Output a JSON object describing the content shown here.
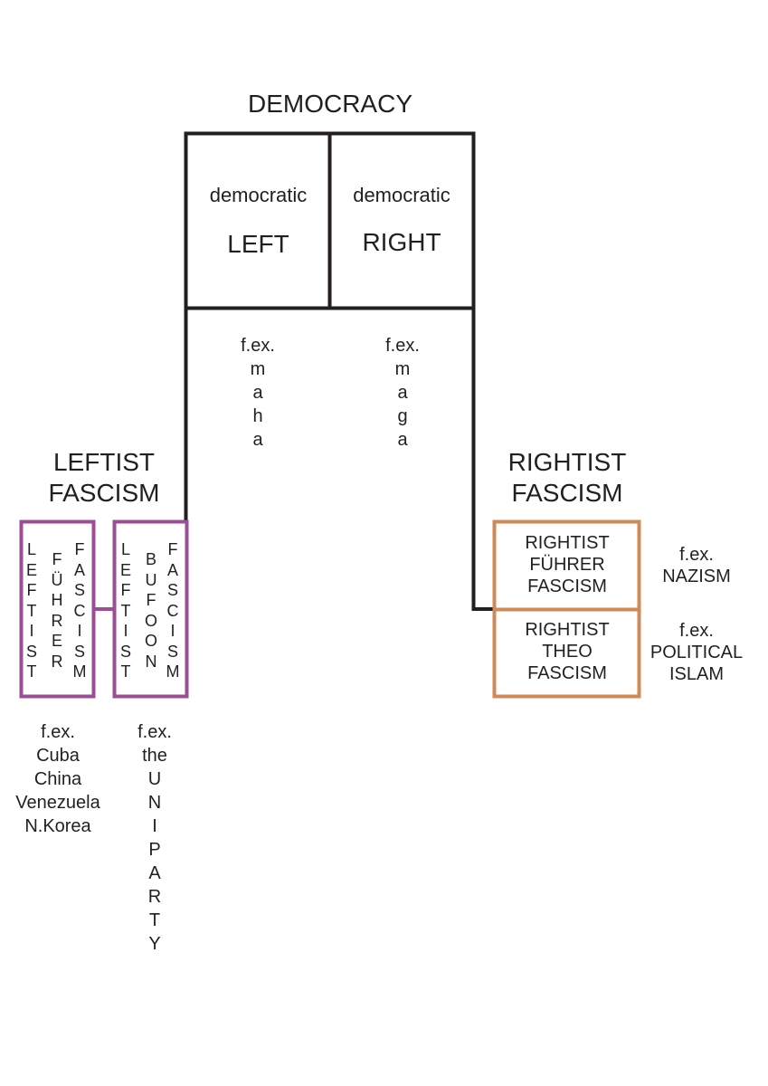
{
  "colors": {
    "line": "#231f20",
    "left_fascism": "#9b4d96",
    "right_fascism": "#d08a57"
  },
  "title": "DEMOCRACY",
  "democracy": {
    "left": {
      "small": "democratic",
      "big": "LEFT",
      "example_prefix": "f.ex.",
      "example_letters": [
        "m",
        "a",
        "h",
        "a"
      ]
    },
    "right": {
      "small": "democratic",
      "big": "RIGHT",
      "example_prefix": "f.ex.",
      "example_letters": [
        "m",
        "a",
        "g",
        "a"
      ]
    }
  },
  "leftist_fascism": {
    "heading": [
      "LEFTIST",
      "FASCISM"
    ],
    "boxes": [
      {
        "columns": [
          [
            "L",
            "E",
            "F",
            "T",
            "I",
            "S",
            "T"
          ],
          [
            "F",
            "Ü",
            "H",
            "R",
            "E",
            "R"
          ],
          [
            "F",
            "A",
            "S",
            "C",
            "I",
            "S",
            "M"
          ]
        ],
        "examples": [
          "f.ex.",
          "Cuba",
          "China",
          "Venezuela",
          "N.Korea"
        ]
      },
      {
        "columns": [
          [
            "L",
            "E",
            "F",
            "T",
            "I",
            "S",
            "T"
          ],
          [
            "B",
            "U",
            "F",
            "O",
            "O",
            "N"
          ],
          [
            "F",
            "A",
            "S",
            "C",
            "I",
            "S",
            "M"
          ]
        ],
        "examples": [
          "f.ex.",
          "the"
        ],
        "examples_vertical": [
          "U",
          "N",
          "I",
          "P",
          "A",
          "R",
          "T",
          "Y"
        ]
      }
    ]
  },
  "rightist_fascism": {
    "heading": [
      "RIGHTIST",
      "FASCISM"
    ],
    "boxes": [
      {
        "lines": [
          "RIGHTIST",
          "FÜHRER",
          "FASCISM"
        ],
        "examples": [
          "f.ex.",
          "NAZISM"
        ]
      },
      {
        "lines": [
          "RIGHTIST",
          "THEO",
          "FASCISM"
        ],
        "examples": [
          "f.ex.",
          "POLITICAL",
          "ISLAM"
        ]
      }
    ]
  }
}
